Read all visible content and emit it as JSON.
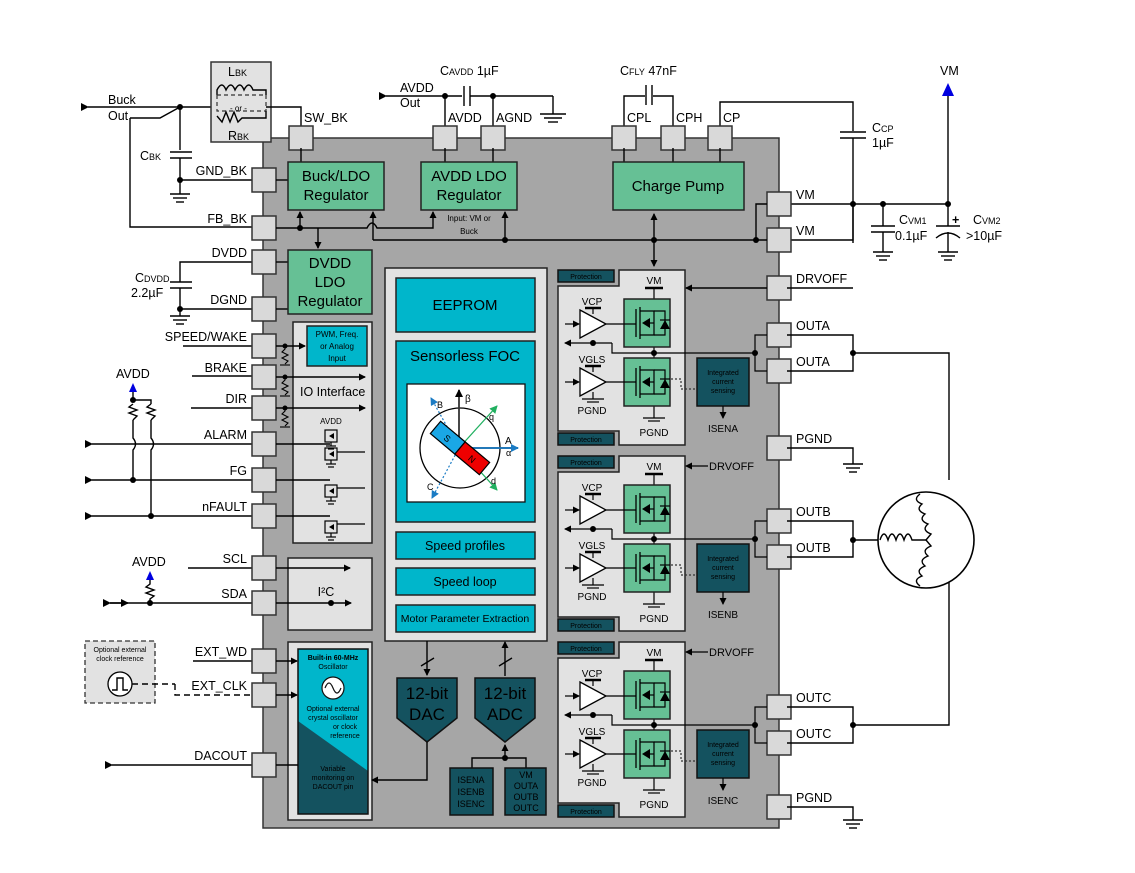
{
  "diagram": {
    "title": "Motor driver functional block diagram",
    "colors": {
      "chip_body": "#a6a6a6",
      "regulator_green": "#66c095",
      "logic_cyan": "#00b6cb",
      "dark_teal": "#14525f",
      "panel_gray": "#e2e2e2",
      "pin_gray": "#d9d9d9",
      "supply_arrow_blue": "#0000e0",
      "foc_green_axis": "#21b060",
      "foc_blue_axis": "#1a7bc4",
      "magnet_south": "#1aa7e6",
      "magnet_north": "#ee0000"
    },
    "external": {
      "buck_out": [
        "Buck",
        "Out"
      ],
      "l_bk": "L",
      "l_bk_sub": "BK",
      "or_label": "- or -",
      "r_bk": "R",
      "r_bk_sub": "BK",
      "c_bk": "C",
      "c_bk_sub": "BK",
      "avdd_out": [
        "AVDD",
        "Out"
      ],
      "c_avdd": "C",
      "c_avdd_sub": "AVDD",
      "c_avdd_val": " 1µF",
      "c_fly": "C",
      "c_fly_sub": "FLY",
      "c_fly_val": " 47nF",
      "c_cp": "C",
      "c_cp_sub": "CP",
      "c_cp_val": "1µF",
      "vm_supply": "VM",
      "c_vm1": "C",
      "c_vm1_sub": "VM1",
      "c_vm1_val": "0.1µF",
      "c_vm2": "C",
      "c_vm2_sub": "VM2",
      "c_vm2_val": ">10µF",
      "c_vm2_polarity": "+",
      "c_dvdd": "C",
      "c_dvdd_sub": "DVDD",
      "c_dvdd_val": "2.2µF",
      "avdd_pullup_1": "AVDD",
      "avdd_pullup_2": "AVDD",
      "ext_clock_ref": [
        "Optional external",
        "clock reference"
      ]
    },
    "pins_left": [
      "GND_BK",
      "FB_BK",
      "DVDD",
      "DGND",
      "SPEED/WAKE",
      "BRAKE",
      "DIR",
      "ALARM",
      "FG",
      "nFAULT",
      "SCL",
      "SDA",
      "EXT_WD",
      "EXT_CLK",
      "DACOUT"
    ],
    "pins_top": [
      "SW_BK",
      "AVDD",
      "AGND",
      "CPL",
      "CPH",
      "CP"
    ],
    "pins_right": [
      "VM",
      "VM",
      "DRVOFF",
      "OUTA",
      "OUTA",
      "PGND",
      "OUTB",
      "OUTB",
      "OUTC",
      "OUTC",
      "PGND"
    ],
    "blocks": {
      "buck_ldo": [
        "Buck/LDO",
        "Regulator"
      ],
      "avdd_ldo": [
        "AVDD LDO",
        "Regulator"
      ],
      "avdd_ldo_note": [
        "Input: VM or",
        "Buck"
      ],
      "charge_pump": "Charge Pump",
      "dvdd_ldo": [
        "DVDD",
        "LDO",
        "Regulator"
      ],
      "pwm_input": [
        "PWM, Freq.",
        "or Analog",
        "Input"
      ],
      "io_interface": "IO Interface",
      "io_avdd": "AVDD",
      "i2c": "I²C",
      "eeprom": "EEPROM",
      "foc": "Sensorless FOC",
      "speed_profiles": "Speed profiles",
      "speed_loop": "Speed loop",
      "motor_param": "Motor Parameter Extraction",
      "dac": [
        "12-bit",
        "DAC"
      ],
      "adc": [
        "12-bit",
        "ADC"
      ],
      "adc_inputs_1": [
        "ISENA",
        "ISENB",
        "ISENC"
      ],
      "adc_inputs_2": [
        "VM",
        "OUTA",
        "OUTB",
        "OUTC"
      ],
      "oscillator": [
        "Built-in 60-MHz",
        "Oscillator"
      ],
      "osc_ext": [
        "Optional external",
        "crystal oscillator",
        "or clock",
        "reference"
      ],
      "dacout_monitor": [
        "Variable",
        "monitoring on",
        "DACOUT pin"
      ]
    },
    "foc_axes": {
      "beta": "β",
      "alpha": "α",
      "a": "A",
      "b": "B",
      "c": "C",
      "d": "d",
      "q": "q",
      "south": "S",
      "north": "N"
    },
    "phases": [
      {
        "name": "A",
        "protection": "Protection",
        "vm": "VM",
        "vcp": "VCP",
        "vgls": "VGLS",
        "pgnd_drv": "PGND",
        "pgnd_fet": "PGND",
        "sense": [
          "Integrated",
          "current",
          "sensing"
        ],
        "isen": "ISENA",
        "drvoff": ""
      },
      {
        "name": "B",
        "protection": "Protection",
        "vm": "VM",
        "vcp": "VCP",
        "vgls": "VGLS",
        "pgnd_drv": "PGND",
        "pgnd_fet": "PGND",
        "sense": [
          "Integrated",
          "current",
          "sensing"
        ],
        "isen": "ISENB",
        "drvoff": "DRVOFF"
      },
      {
        "name": "C",
        "protection": "Protection",
        "vm": "VM",
        "vcp": "VCP",
        "vgls": "VGLS",
        "pgnd_drv": "PGND",
        "pgnd_fet": "PGND",
        "sense": [
          "Integrated",
          "current",
          "sensing"
        ],
        "isen": "ISENC",
        "drvoff": "DRVOFF"
      }
    ]
  }
}
